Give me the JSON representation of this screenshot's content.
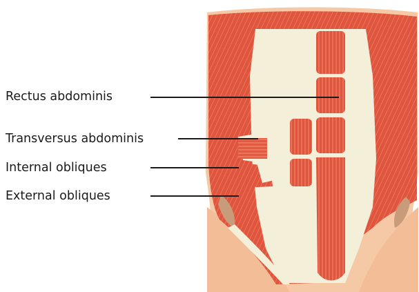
{
  "diagram": {
    "labels": [
      {
        "id": "rectus",
        "text": "Rectus abdominis"
      },
      {
        "id": "transversus",
        "text": "Transversus abdominis"
      },
      {
        "id": "internal",
        "text": "Internal obliques"
      },
      {
        "id": "external",
        "text": "External obliques"
      }
    ],
    "colors": {
      "muscle": "#e0553e",
      "muscle_dark": "#c8412e",
      "fascia": "#f3efd9",
      "skin": "#f6c9a6",
      "skin_shadow": "#e9b08a",
      "leader": "#1a1a1a"
    }
  }
}
